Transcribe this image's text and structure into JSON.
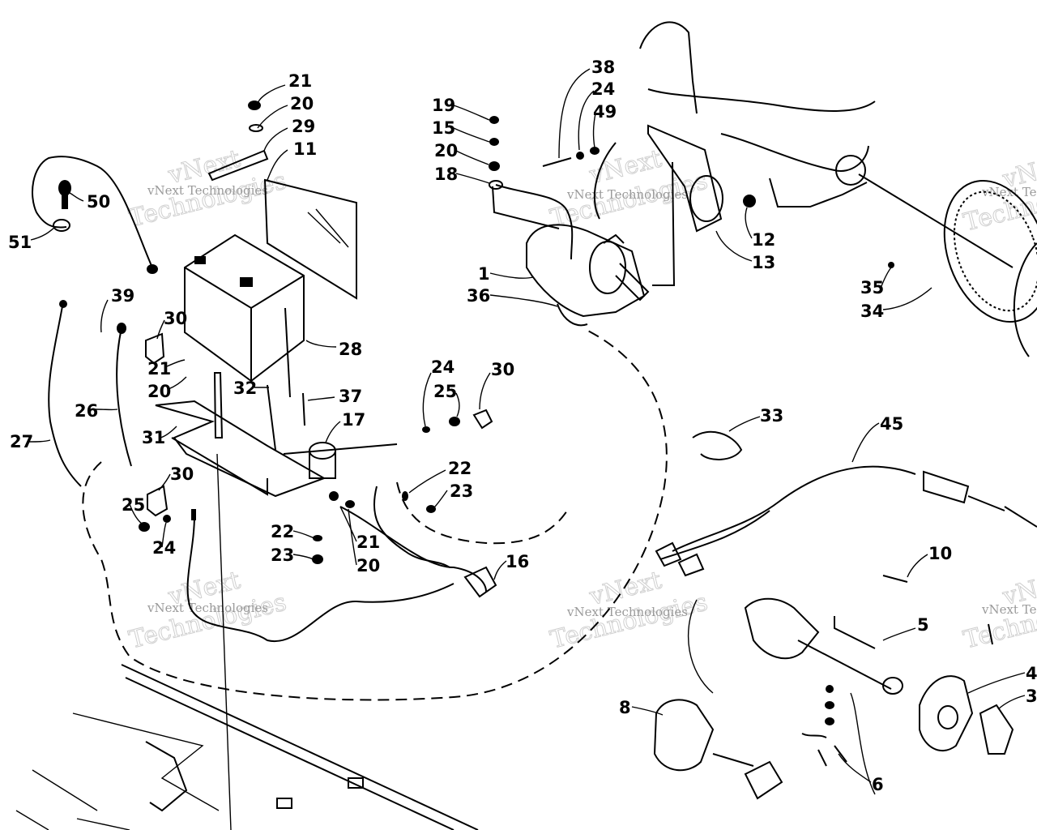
{
  "watermark": {
    "line1": "vNext",
    "line2": "Technologies",
    "small": "vNext Technologies"
  },
  "callouts": [
    "21",
    "20",
    "29",
    "11",
    "50",
    "51",
    "39",
    "30",
    "21",
    "20",
    "28",
    "32",
    "37",
    "26",
    "27",
    "31",
    "17",
    "30",
    "25",
    "24",
    "16",
    "22",
    "23",
    "21",
    "20",
    "22",
    "23",
    "30",
    "25",
    "24",
    "19",
    "15",
    "20",
    "18",
    "38",
    "24",
    "49",
    "1",
    "36",
    "12",
    "13",
    "35",
    "34",
    "33",
    "45",
    "10",
    "5",
    "4",
    "3",
    "8",
    "6"
  ]
}
